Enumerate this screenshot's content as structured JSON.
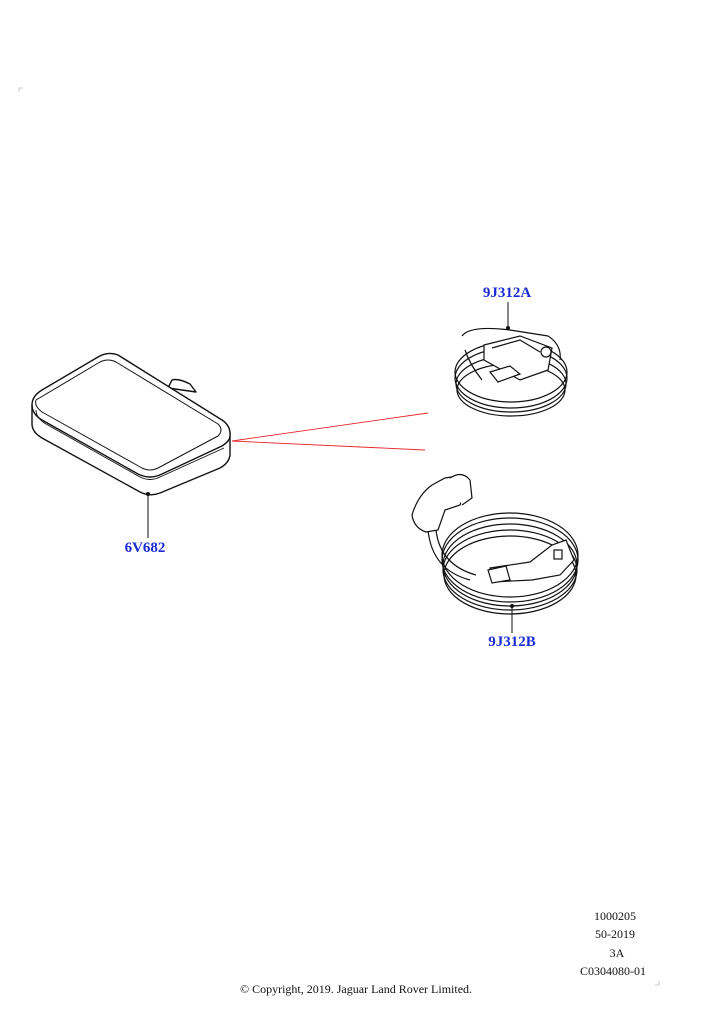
{
  "callouts": {
    "case": "6V682",
    "cable_a": "9J312A",
    "cable_b": "9J312B"
  },
  "footer": {
    "ref1": "1000205",
    "ref2": "50-2019",
    "ref3": "3A",
    "ref4": "C0304080-01",
    "copyright": "© Copyright, 2019. Jaguar Land Rover Limited."
  },
  "colors": {
    "callout": "#1a2bd6",
    "leader_red": "#e8262a",
    "line": "#111111"
  }
}
